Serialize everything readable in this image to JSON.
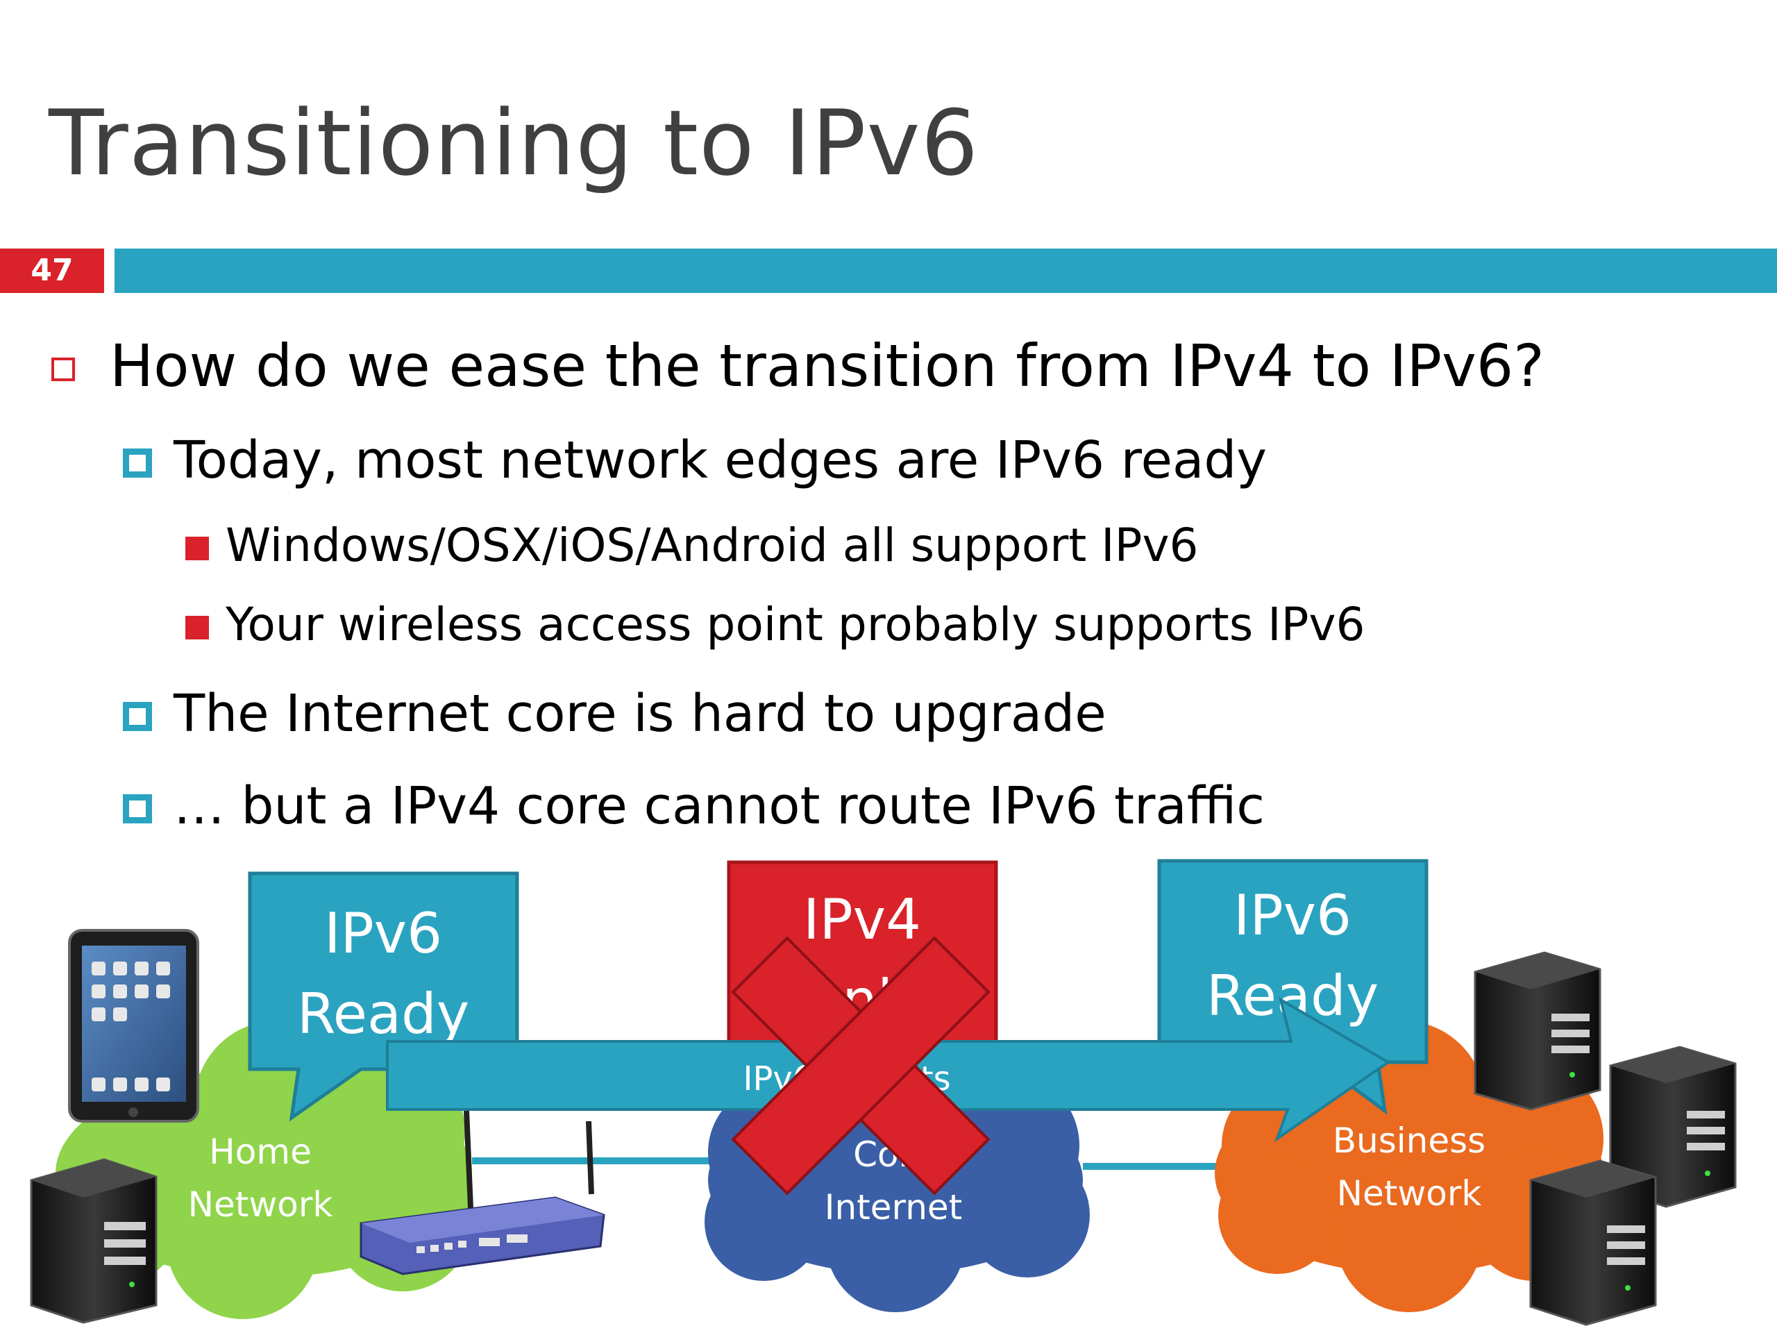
{
  "slide": {
    "title": "Transitioning to IPv6",
    "number": "47",
    "accent_color": "#2aa3c0",
    "number_color": "#d9222a"
  },
  "bullets": [
    {
      "level": 1,
      "text": "How do we ease the transition from IPv4 to IPv6?"
    },
    {
      "level": 2,
      "text": "Today, most network edges are IPv6 ready"
    },
    {
      "level": 3,
      "text": "Windows/OSX/iOS/Android all support IPv6"
    },
    {
      "level": 3,
      "text": "Your wireless access point probably supports IPv6"
    },
    {
      "level": 2,
      "text": "The Internet core is hard to upgrade"
    },
    {
      "level": 2,
      "text": "… but a IPv4 core cannot route IPv6 traffic"
    }
  ],
  "diagram": {
    "callout_home": {
      "line1": "IPv6",
      "line2": "Ready"
    },
    "callout_core": {
      "line1": "IPv4",
      "line2": "Only"
    },
    "callout_business": {
      "line1": "IPv6",
      "line2": "Ready"
    },
    "arrow_label": "IPv6 Packets",
    "cloud_home": {
      "line1": "Home",
      "line2": "Network"
    },
    "cloud_core": {
      "line1": "Core",
      "line2": "Internet"
    },
    "cloud_business": {
      "line1": "Business",
      "line2": "Network"
    },
    "colors": {
      "teal": "#2aa3c0",
      "red": "#d9222a",
      "green_cloud": "#8fd44a",
      "blue_cloud": "#3a5fa6",
      "orange_cloud": "#ea6a1f"
    }
  }
}
